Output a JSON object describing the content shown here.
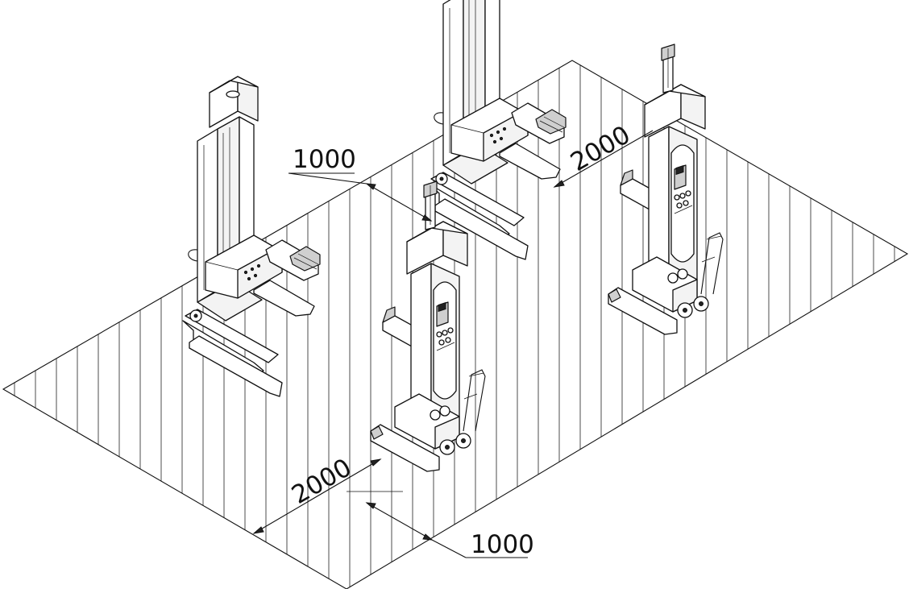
{
  "dimensions": {
    "top_left": "1000",
    "top_right": "2000",
    "bottom_left": "2000",
    "bottom_right": "1000"
  },
  "colors": {
    "line": "#111111",
    "background": "#ffffff"
  }
}
